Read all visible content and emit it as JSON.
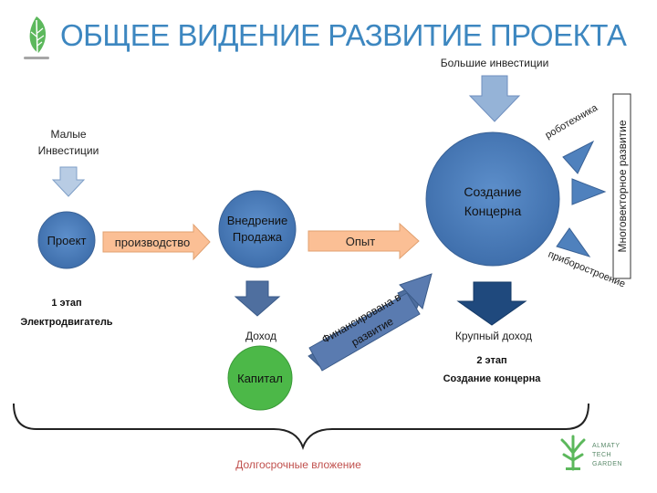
{
  "title": "ОБЩЕЕ ВИДЕНИЕ РАЗВИТИЕ ПРОЕКТА",
  "colors": {
    "title": "#3d87c0",
    "node_blue": "#4f81bd",
    "node_green": "#4cb848",
    "arrow_orange": "#fbbf95",
    "arrow_blue_light": "#95b3d7",
    "arrow_blue_dark": "#4f6f9f",
    "arrow_navy": "#1f497d",
    "caption_red": "#c0504d",
    "logo_green": "#5cb85c"
  },
  "inputs": {
    "small_investments_line1": "Малые",
    "small_investments_line2": "Инвестиции",
    "big_investments": "Большие инвестиции"
  },
  "nodes": {
    "project": "Проект",
    "implementation_line1": "Внедрение",
    "implementation_line2": "Продажа",
    "concern_line1": "Создание",
    "concern_line2": "Концерна",
    "capital": "Капитал"
  },
  "arrows": {
    "production": "производство",
    "experience": "Опыт",
    "financing_line1": "Финансирована в",
    "financing_line2": "развитие"
  },
  "outputs": {
    "income": "Доход",
    "big_income": "Крупный доход"
  },
  "branches": {
    "robotics": "роботехника",
    "instrumentation": "приборостроение",
    "multivector": "Многовекторное развитие"
  },
  "stages": {
    "stage1_line1": "1 этап",
    "stage1_line2": "Электродвигатель",
    "stage2_line1": "2 этап",
    "stage2_line2": "Создание концерна"
  },
  "brace_caption": "Долгосрочные вложение",
  "logo": {
    "line1": "ALMATY",
    "line2": "TECH",
    "line3": "GARDEN"
  }
}
